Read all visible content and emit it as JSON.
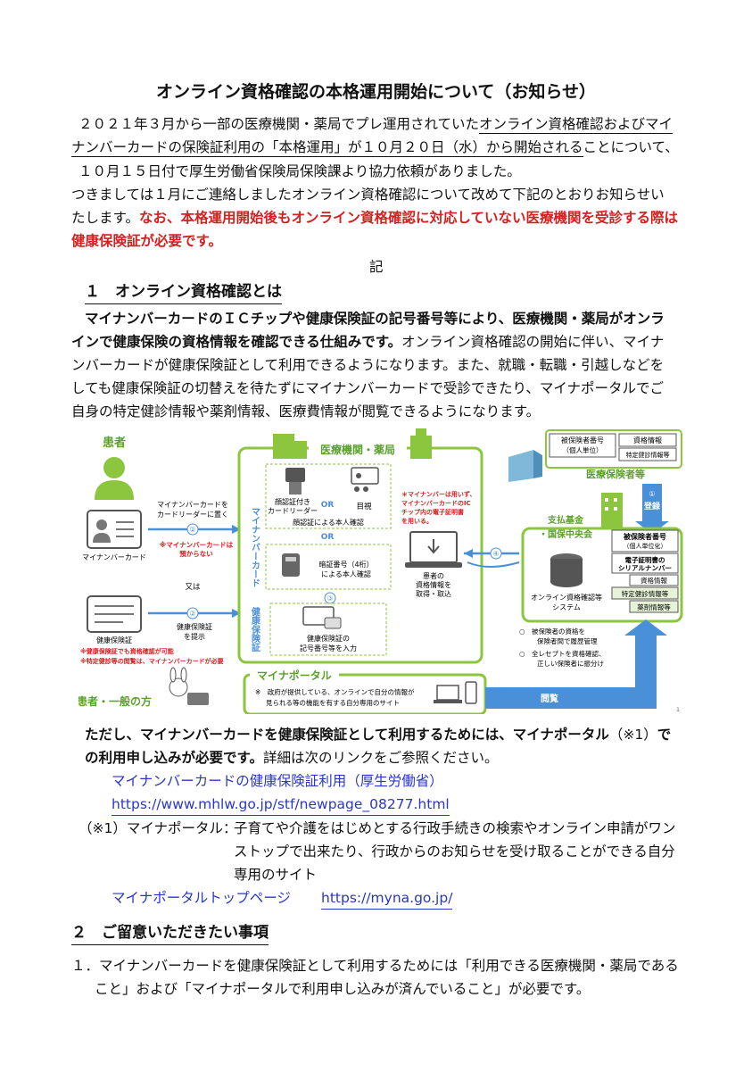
{
  "title": "オンライン資格確認の本格運用開始について（お知らせ）",
  "intro": {
    "l1a": "２０２１年３月から一部の医療機関・薬局でプレ運用されていた",
    "l1b": "オンライン資格確認およびマイ",
    "l2a": "ナンバーカードの保険証利用の「本格運用」が１０月２０日（水）から開始される",
    "l2b": "ことについて、",
    "l3": "１０月１５日付で厚生労働省保険局保険課より協力依頼がありました。",
    "l4": "つきましては１月にご連絡しましたオンライン資格確認について改めて下記のとおりお知らせい",
    "l5a": "たします。",
    "l5b": "なお、本格運用開始後もオンライン資格確認に対応していない医療機関を受診する際は",
    "l6": "健康保険証が必要です。"
  },
  "ki": "記",
  "section1": {
    "heading": "１　オンライン資格確認とは",
    "p1a": "マイナンバーカードのＩＣチップや健康保険証の記号番号等により、医療機関・薬局がオンラ",
    "p2a": "インで健康保険の資格情報を確認できる仕組みです。",
    "p2b": "オンライン資格確認の開始に伴い、マイナ",
    "p3": "ンバーカードが健康保険証として利用できるようになります。また、就職・転職・引越しなどを",
    "p4": "しても健康保険証の切替えを待たずにマイナンバーカードで受診できたり、マイナポータルでご",
    "p5": "自身の特定健診情報や薬剤情報、医療費情報が閲覧できるようになります。"
  },
  "diagram": {
    "patient": "患者",
    "facility": "医療機関・薬局",
    "insurer": "医療保険者等",
    "insurer_box1a": "被保険者番号",
    "insurer_box1b": "（個人単位）",
    "insurer_box2": "資格情報",
    "insurer_box3": "特定健診情報等",
    "reg_num": "①",
    "reg_label": "登録",
    "card_label": "マイナンバーカード",
    "card_instr1": "マイナンバーカードを",
    "card_instr2": "カードリーダーに置く",
    "step2": "②",
    "card_note1": "※マイナンバーカードは",
    "card_note2": "預からない",
    "or_text": "又は",
    "hoken_label": "健康保険証",
    "hoken_instr1": "健康保険証",
    "hoken_instr2": "を提示",
    "note_a": "※健康保険証でも資格確認が可能",
    "note_b": "※特定健診等の閲覧は、マイナンバーカードが必要",
    "vertical_card": "マイナンバーカード",
    "vertical_hoken": "健康保険証",
    "face_label1": "顔認証付き",
    "face_label2": "カードリーダー",
    "or1": "OR",
    "visual": "目視",
    "face_confirm": "顔認証による本人確認",
    "or2": "OR",
    "pin1": "暗証番号（4桁）",
    "pin2": "による本人確認",
    "step3": "③",
    "hoken_input1": "健康保険証の",
    "hoken_input2": "記号番号等を入力",
    "cert_note1": "＊マイナンバーは用いず、",
    "cert_note2": "マイナンバーカードのIC",
    "cert_note3": "チップ内の電子証明書",
    "cert_note4": "を用いる。",
    "pc_label1": "患者の",
    "pc_label2": "資格情報を",
    "pc_label3": "取得・取込",
    "step4": "④",
    "fund1": "支払基金",
    "fund2": "・国保中央会",
    "system1": "オンライン資格確認等",
    "system2": "システム",
    "right1a": "被保険者番号",
    "right1b": "（個人単位化）",
    "right2a": "電子証明書の",
    "right2b": "シリアルナンバー",
    "right3": "資格情報",
    "right4": "特定健診情報等",
    "right5": "薬剤情報等",
    "bullet1a": "○　被保険者の資格を",
    "bullet1b": "保険者間で履歴管理",
    "bullet2a": "○　全レセプトを資格確認、",
    "bullet2b": "正しい保険者に振分け",
    "portal": "マイナポータル",
    "portal_note1": "※　政府が提供している、オンラインで自分の情報が",
    "portal_note2": "見られる等の機能を有する自分専用のサイト",
    "browse": "閲覧",
    "general": "患者・一般の方",
    "page": "1"
  },
  "section1b": {
    "l1a": "ただし、マイナンバーカードを健康保険証として利用するためには、マイナポータル",
    "l1b": "（※1）",
    "l1c": "で",
    "l2a": "の利用申し込みが必要です。",
    "l2b": "詳細は次のリンクをご参照ください。",
    "link1": "マイナンバーカードの健康保険証利用（厚生労働省）",
    "link2": "https://www.mhlw.go.jp/stf/newpage_08277.html",
    "note_label": "（※1）マイナポータル：",
    "note1": "子育てや介護をはじめとする行政手続きの検索やオンライン申請がワン",
    "note2": "ストップで出来たり、行政からのお知らせを受け取ることができる自分",
    "note3": "専用のサイト",
    "link3": "マイナポータルトップページ",
    "link4": "https://myna.go.jp/"
  },
  "section2": {
    "heading": "２　ご留意いただきたい事項",
    "item1a": "１．マイナンバーカードを健康保険証として利用するためには「利用できる医療機関・薬局である",
    "item1b": "こと」および「マイナポータルで利用申し込みが済んでいること」が必要です。"
  },
  "colors": {
    "green": "#8cc63f",
    "dark_green": "#5aa02c",
    "blue": "#4a90d9",
    "red": "#d42020",
    "link": "#2a36c8"
  }
}
